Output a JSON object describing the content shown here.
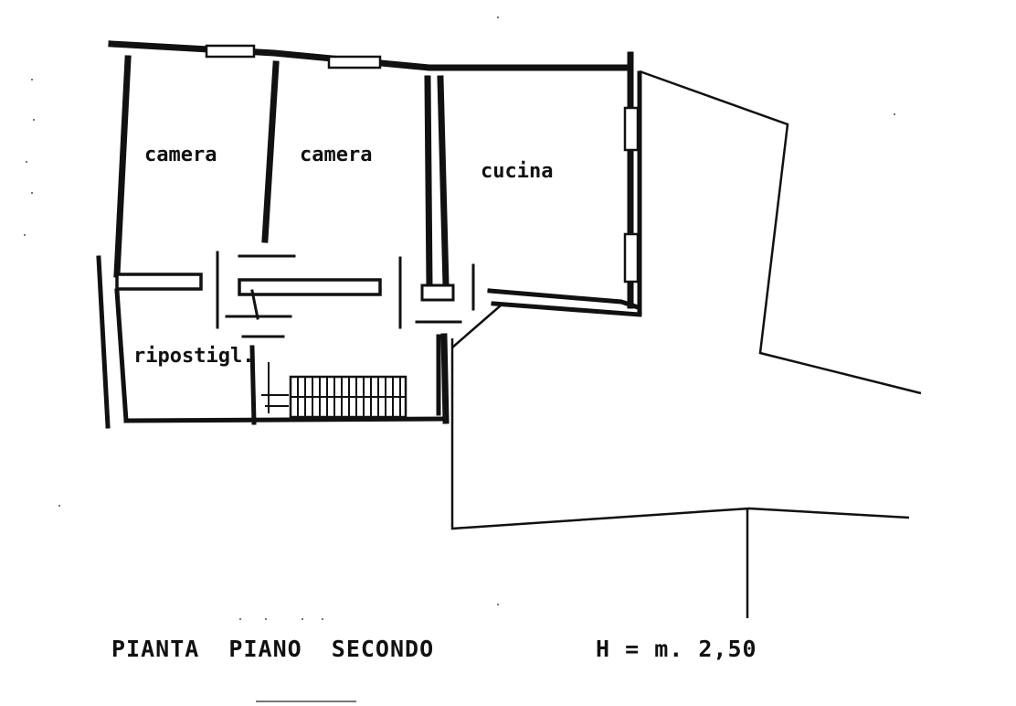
{
  "plan": {
    "rooms": {
      "camera_left": "camera",
      "camera_middle": "camera",
      "cucina": "cucina",
      "ripostigli": "ripostigl."
    },
    "footer": {
      "title": "PIANTA  PIANO  SECONDO",
      "height_note": "H = m. 2,50"
    }
  }
}
